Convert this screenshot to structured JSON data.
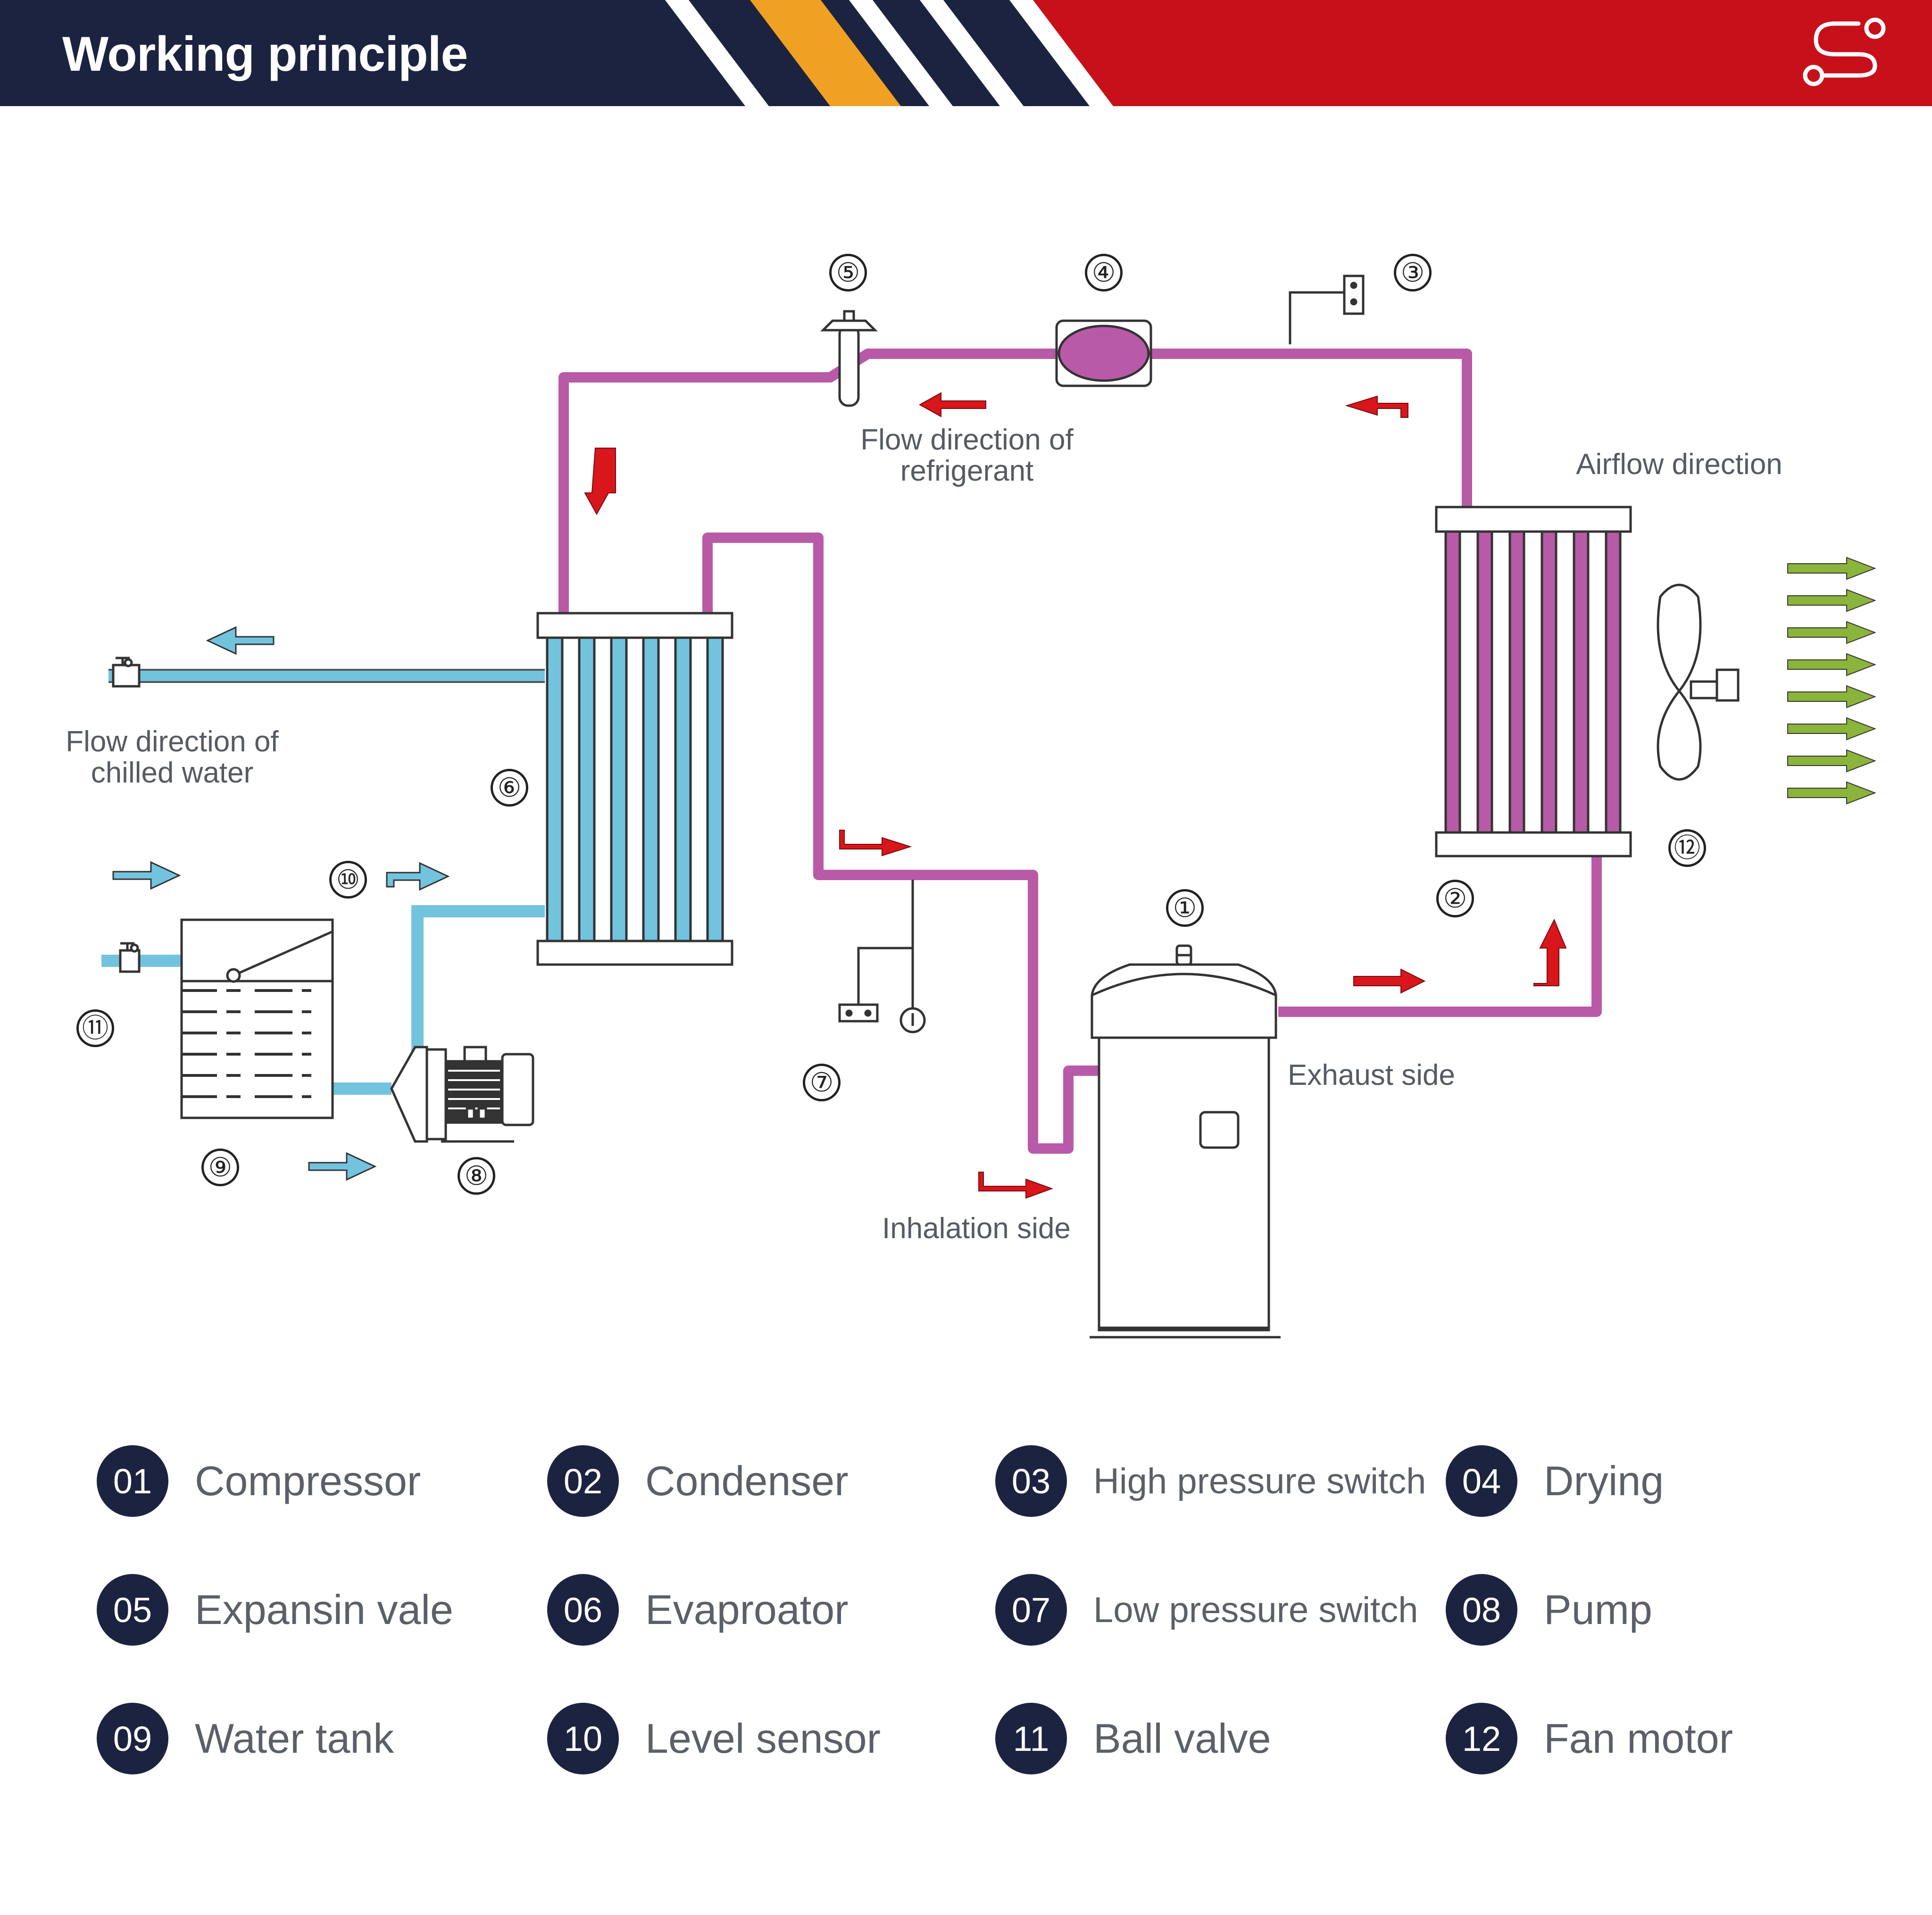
{
  "header": {
    "title": "Working principle",
    "colors": {
      "navy": "#1b2340",
      "red": "#c8101b",
      "orange": "#f0a023",
      "white": "#ffffff"
    },
    "logo_icon": "route-path-icon"
  },
  "diagram": {
    "pipe_colors": {
      "refrigerant": "#b85aa8",
      "water": "#72c4de",
      "airflow": "#8ab43a",
      "flow_arrow": "#d8161b"
    },
    "labels": {
      "refrigerant_flow": "Flow direction of refrigerant",
      "chilled_water_flow": "Flow direction of chilled water",
      "airflow": "Airflow direction",
      "exhaust": "Exhaust side",
      "inhalation": "Inhalation side"
    },
    "callouts": [
      "①",
      "②",
      "③",
      "④",
      "⑤",
      "⑥",
      "⑦",
      "⑧",
      "⑨",
      "⑩",
      "⑪",
      "⑫"
    ]
  },
  "legend": {
    "items": [
      {
        "num": "01",
        "label": "Compressor"
      },
      {
        "num": "02",
        "label": "Condenser"
      },
      {
        "num": "03",
        "label": "High pressure switch"
      },
      {
        "num": "04",
        "label": "Drying"
      },
      {
        "num": "05",
        "label": "Expansin vale"
      },
      {
        "num": "06",
        "label": "Evaproator"
      },
      {
        "num": "07",
        "label": "Low pressure switch"
      },
      {
        "num": "08",
        "label": "Pump"
      },
      {
        "num": "09",
        "label": "Water tank"
      },
      {
        "num": "10",
        "label": "Level sensor"
      },
      {
        "num": "11",
        "label": "Ball valve"
      },
      {
        "num": "12",
        "label": "Fan motor"
      }
    ]
  }
}
